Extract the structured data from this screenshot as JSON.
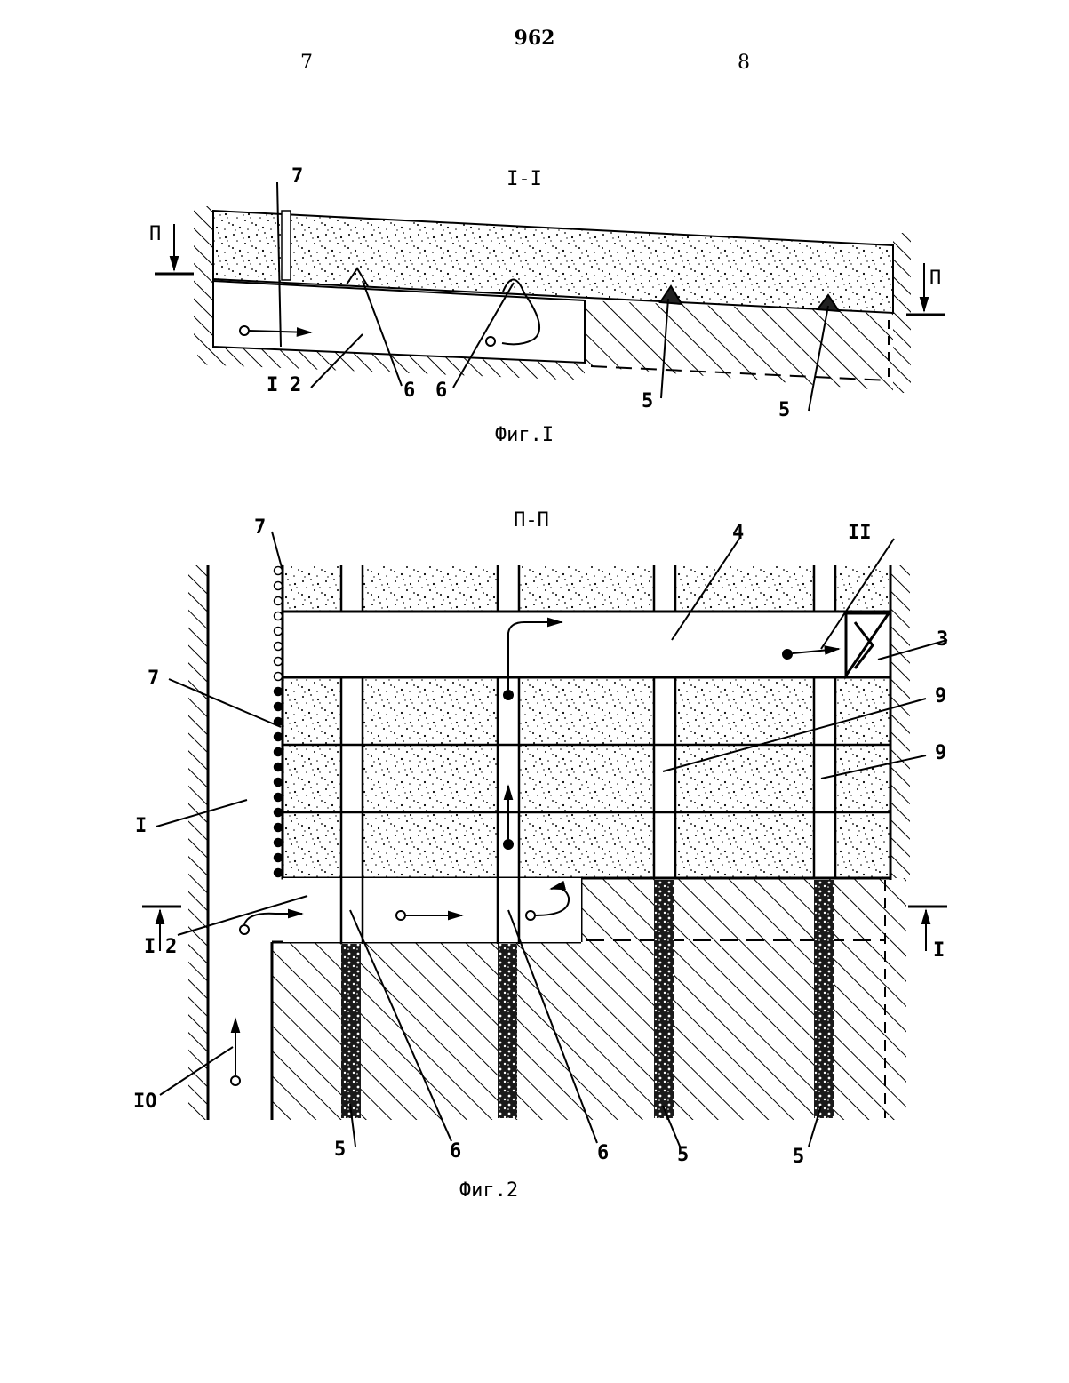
{
  "header": {
    "page_number": "962",
    "column_left": "7",
    "column_right": "8"
  },
  "figure1": {
    "section_title": "I-I",
    "caption": "Фиг.I",
    "labels": {
      "section_mark_left": "П",
      "section_mark_right": "П",
      "l7": "7",
      "l1": "I",
      "l2": "2",
      "l6a": "6",
      "l6b": "6",
      "l5a": "5",
      "l5b": "5"
    }
  },
  "figure2": {
    "section_title": "П-П",
    "caption": "Фиг.2",
    "labels": {
      "l7_top": "7",
      "l4": "4",
      "l11": "II",
      "l3": "3",
      "l7_left": "7",
      "l9a": "9",
      "l9b": "9",
      "l1": "I",
      "section_mark_left": "I",
      "l2": "2",
      "section_mark_right": "I",
      "l10": "IO",
      "l5a": "5",
      "l6a": "6",
      "l6b": "6",
      "l5b": "5",
      "l5c": "5"
    }
  }
}
